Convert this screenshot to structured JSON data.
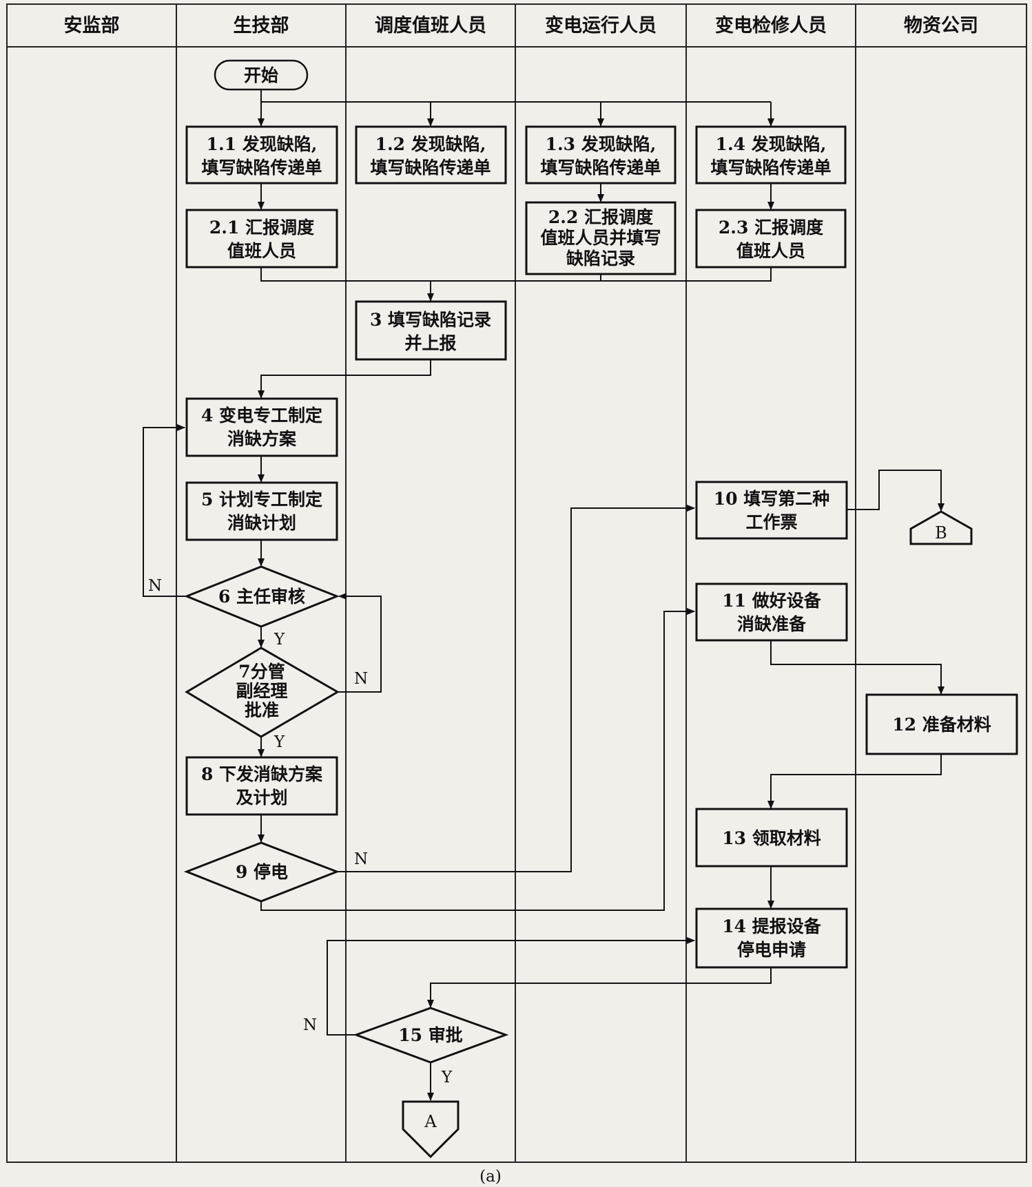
{
  "lanes": [
    "安监部",
    "生技部",
    "调度值班人员",
    "变电运行人员",
    "变电检修人员",
    "物资公司"
  ],
  "nodes": {
    "start": "开始",
    "n1_1": [
      "1.1 发现缺陷,",
      "填写缺陷传递单"
    ],
    "n1_2": [
      "1.2 发现缺陷,",
      "填写缺陷传递单"
    ],
    "n1_3": [
      "1.3 发现缺陷,",
      "填写缺陷传递单"
    ],
    "n1_4": [
      "1.4 发现缺陷,",
      "填写缺陷传递单"
    ],
    "n2_1": [
      "2.1 汇报调度",
      "值班人员"
    ],
    "n2_2": [
      "2.2 汇报调度",
      "值班人员并填写",
      "缺陷记录"
    ],
    "n2_3": [
      "2.3 汇报调度",
      "值班人员"
    ],
    "n3": [
      "3 填写缺陷记录",
      "并上报"
    ],
    "n4": [
      "4 变电专工制定",
      "消缺方案"
    ],
    "n5": [
      "5 计划专工制定",
      "消缺计划"
    ],
    "n6": "6 主任审核",
    "n7": [
      "7分管",
      "副经理",
      "批准"
    ],
    "n8": [
      "8 下发消缺方案",
      "及计划"
    ],
    "n9": "9 停电",
    "n10": [
      "10 填写第二种",
      "工作票"
    ],
    "n11": [
      "11 做好设备",
      "消缺准备"
    ],
    "n12": "12 准备材料",
    "n13": "13 领取材料",
    "n14": [
      "14 提报设备",
      "停电申请"
    ],
    "n15": "15 审批",
    "connector_a": "A",
    "connector_b": "B"
  },
  "labels": {
    "yes": "Y",
    "no": "N"
  },
  "caption": "(a)"
}
